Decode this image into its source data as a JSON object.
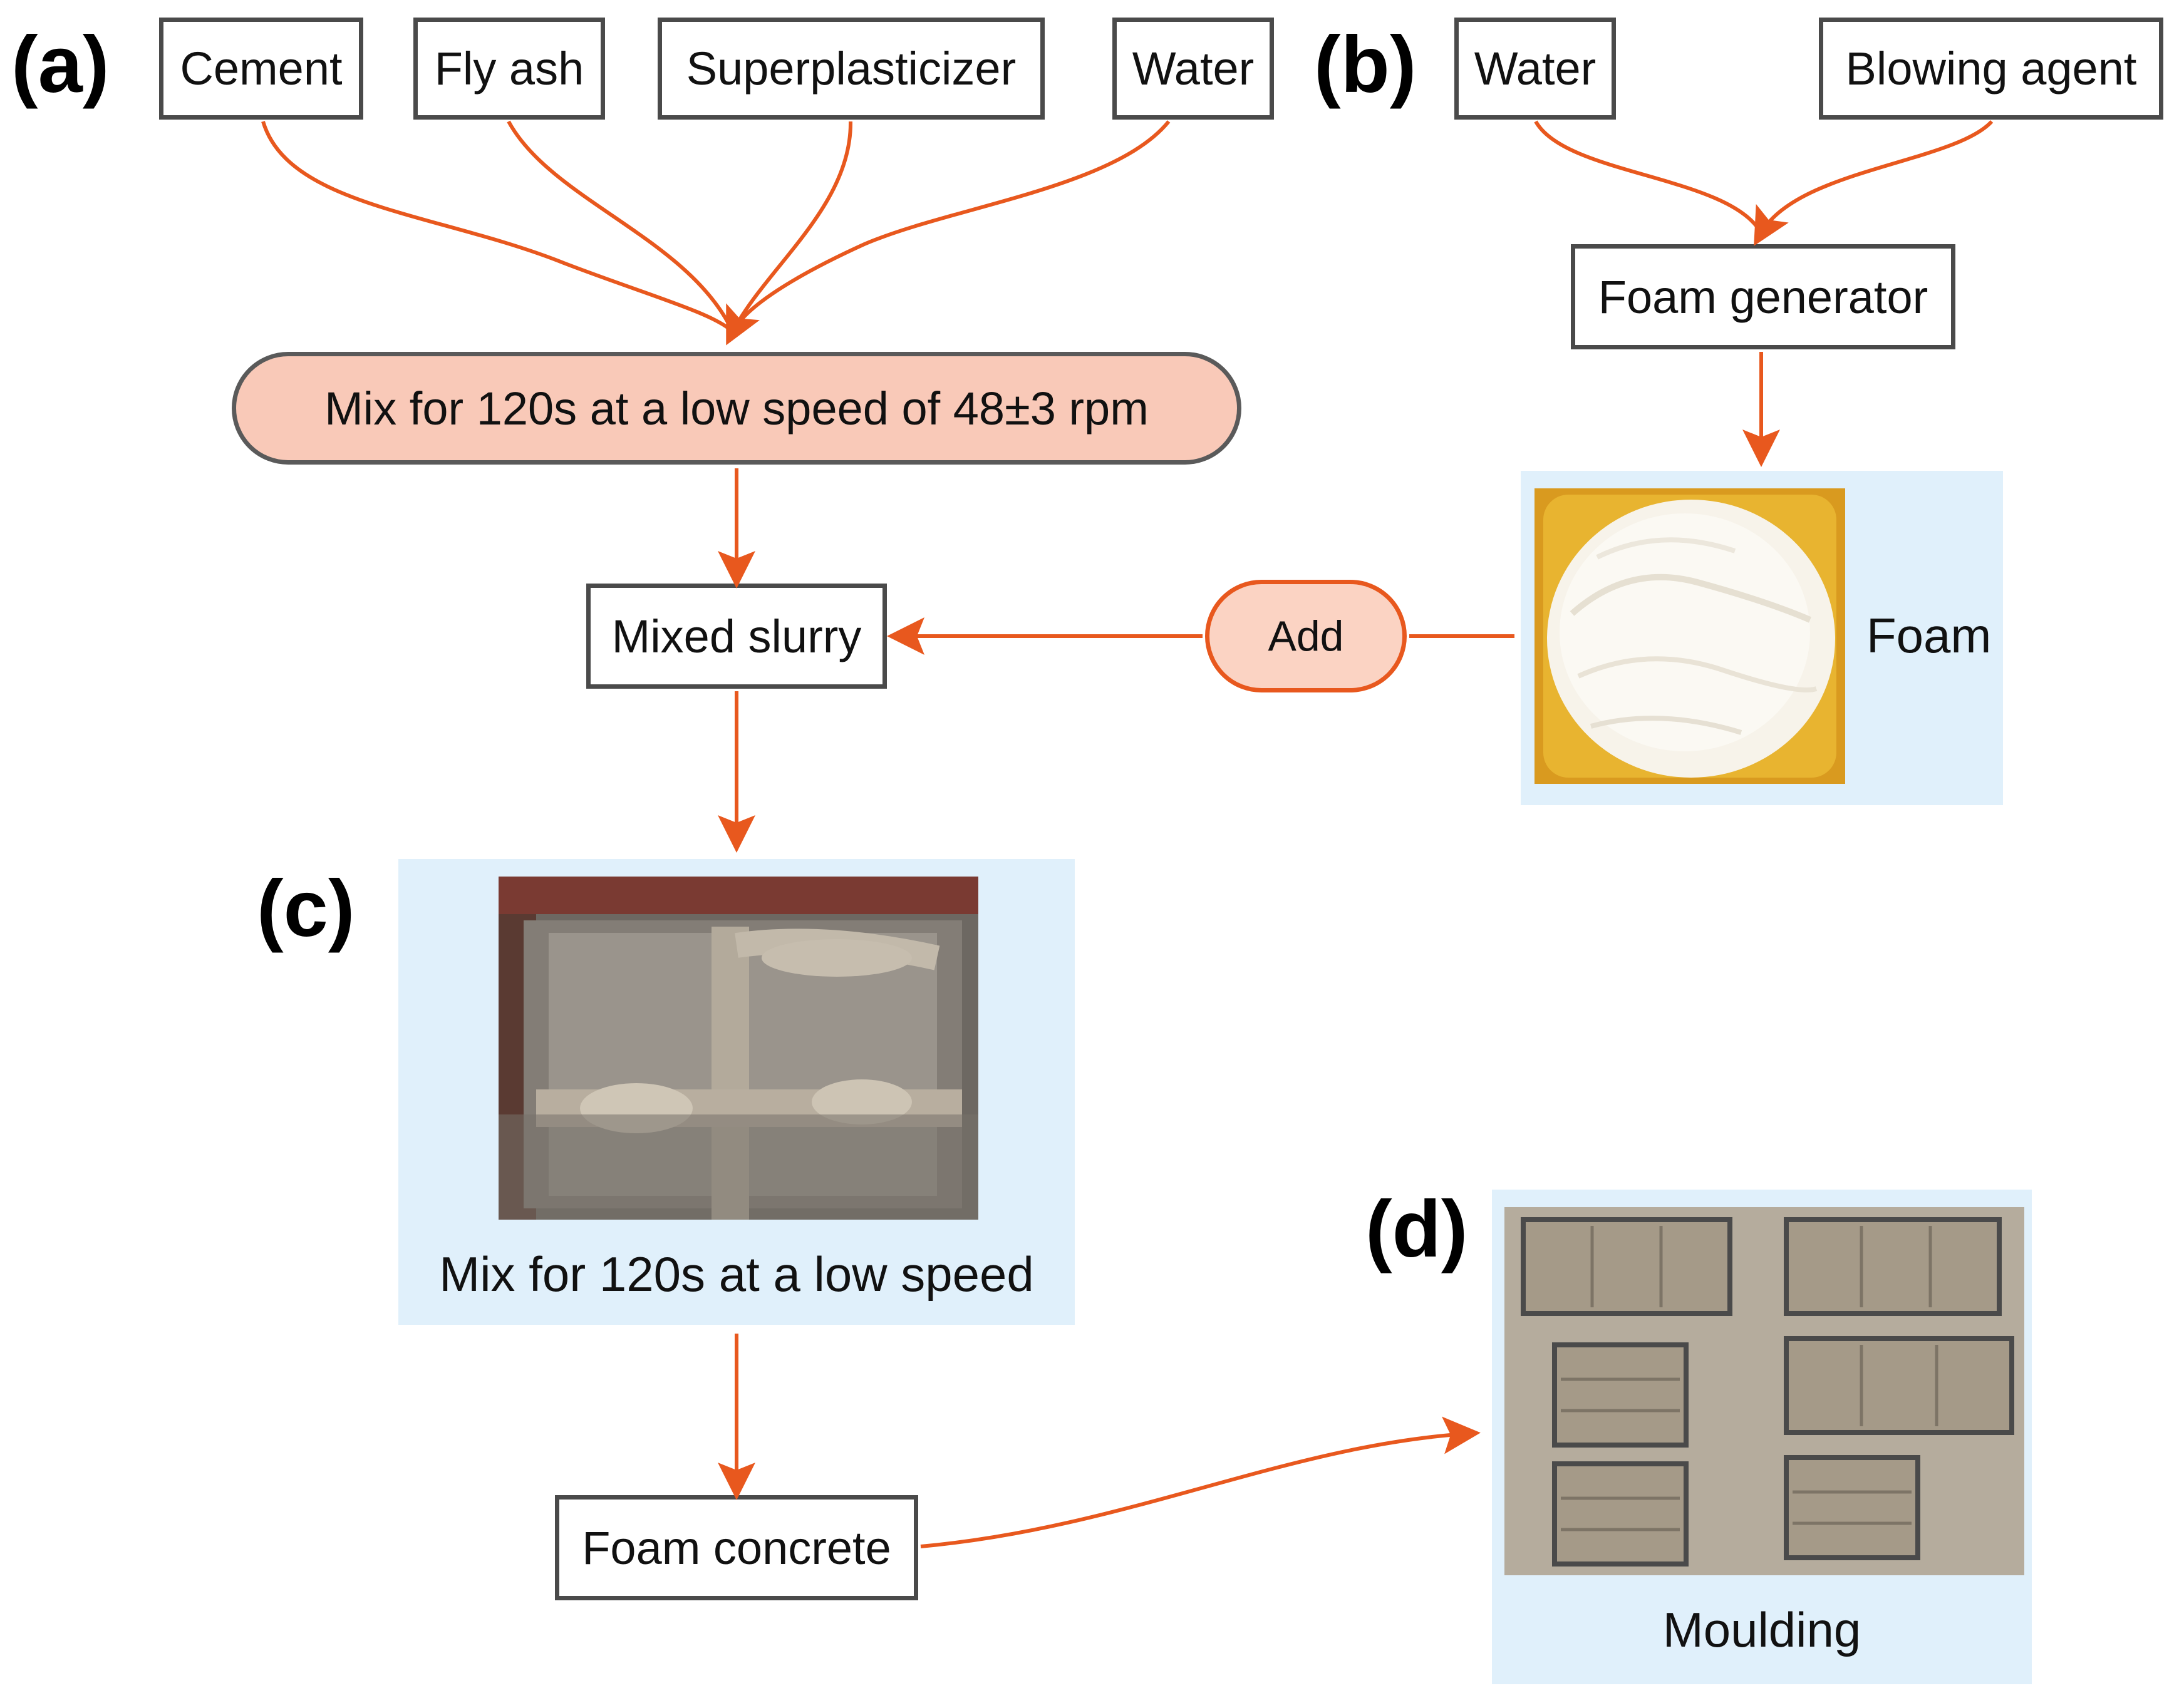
{
  "panels": {
    "a": "(a)",
    "b": "(b)",
    "c": "(c)",
    "d": "(d)"
  },
  "inputs_a": {
    "cement": "Cement",
    "fly_ash": "Fly ash",
    "superplasticizer": "Superplasticizer",
    "water": "Water"
  },
  "inputs_b": {
    "water": "Water",
    "blowing_agent": "Blowing agent"
  },
  "steps": {
    "mix_low_speed": "Mix for 120s at a low speed of 48±3 rpm",
    "mixed_slurry": "Mixed slurry",
    "foam_generator": "Foam generator",
    "foam": "Foam",
    "add": "Add",
    "mix_caption": "Mix for 120s at a low speed",
    "foam_concrete": "Foam concrete",
    "moulding": "Moulding"
  },
  "colors": {
    "arrow": "#e8581e",
    "panel_bg": "#e0f0fb",
    "pill_fill": "#f9c9b8",
    "box_border": "#4a4a4a"
  }
}
